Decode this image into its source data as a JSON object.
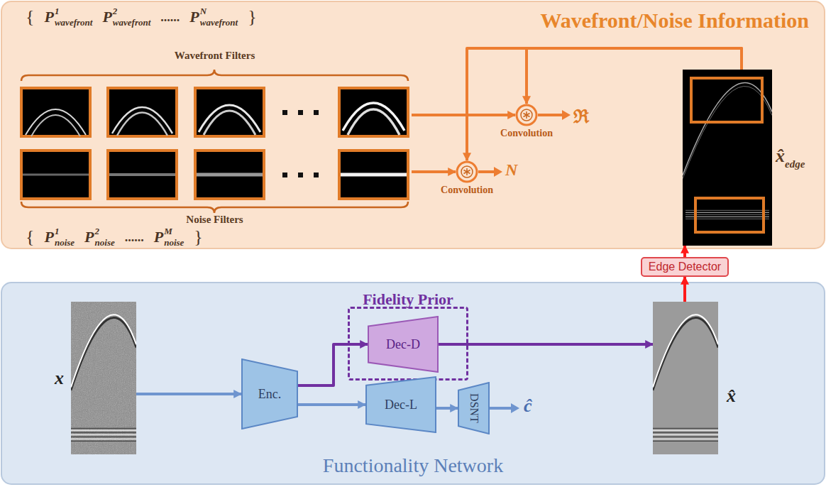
{
  "diagram": {
    "nodes": [
      {
        "text": [
          "Wavefront/Noise Information"
        ]
      },
      {
        "text": [
          "Wavefront Filters"
        ],
        "in": 0
      },
      {
        "text": [
          "Noise Filters"
        ],
        "in": 0
      },
      {
        "text": [
          "Convolution"
        ],
        "in": 0
      },
      {
        "text": [
          "Convolution"
        ],
        "in": 0
      },
      {
        "text": [
          "x̂",
          "edge"
        ],
        "in": 0
      },
      {
        "text": [
          "Edge Detector"
        ]
      },
      {
        "text": [
          "Functionality Network"
        ]
      },
      {
        "text": [
          "x"
        ],
        "in": 7
      },
      {
        "text": [
          "Enc."
        ],
        "in": 7
      },
      {
        "text": [
          "Fidelity Prior"
        ],
        "in": 7
      },
      {
        "text": [
          "Dec-D"
        ],
        "in": 10
      },
      {
        "text": [
          "Dec-L"
        ],
        "in": 7
      },
      {
        "text": [
          "DSNT"
        ],
        "in": 7
      },
      {
        "text": [
          "x̂"
        ],
        "in": 7
      }
    ],
    "edges": [
      {
        "from": 8,
        "to": 9,
        "arrow": "to"
      },
      {
        "from": 9,
        "to": 11,
        "arrow": "to"
      },
      {
        "from": 9,
        "to": 12,
        "arrow": "to"
      },
      {
        "from": 12,
        "to": 13,
        "arrow": "to"
      },
      {
        "from": 11,
        "to": 14,
        "arrow": "to"
      },
      {
        "from": 14,
        "to": 6,
        "arrow": "to"
      },
      {
        "from": 6,
        "to": 5,
        "arrow": "to"
      },
      {
        "from": 1,
        "to": 3,
        "arrow": "to"
      },
      {
        "from": 5,
        "to": 3,
        "arrow": "to"
      },
      {
        "from": 2,
        "to": 4,
        "arrow": "to"
      },
      {
        "from": 5,
        "to": 4,
        "arrow": "to"
      }
    ],
    "labels": [
      "{",
      "P",
      "1",
      "wavefront",
      "P",
      "2",
      "wavefront",
      "......",
      "P",
      "N",
      "wavefront",
      "}",
      "{",
      "P",
      "1",
      "noise",
      "P",
      "2",
      "noise",
      "......",
      "P",
      "M",
      "noise",
      "}",
      "ℜ",
      "N",
      "ĉ"
    ]
  }
}
